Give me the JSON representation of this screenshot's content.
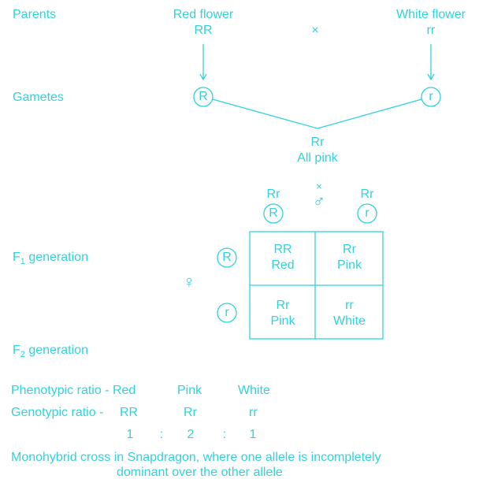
{
  "parents": {
    "label": "Parents",
    "red_flower": "Red flower",
    "red_genotype": "RR",
    "cross": "×",
    "white_flower": "White flower",
    "white_genotype": "rr"
  },
  "gametes": {
    "label": "Gametes",
    "red_allele": "R",
    "white_allele": "r"
  },
  "f1_offspring": {
    "genotype": "Rr",
    "phenotype": "All pink"
  },
  "f1_cross": {
    "left_parent": "Rr",
    "cross": "×",
    "male_symbol": "♂",
    "right_parent": "Rr",
    "male_gamete_1": "R",
    "male_gamete_2": "r",
    "female_symbol": "♀",
    "female_gamete_1": "R",
    "female_gamete_2": "r"
  },
  "f1_generation": {
    "prefix": "F",
    "subscript": "1",
    "suffix": " generation"
  },
  "f2_generation": {
    "prefix": "F",
    "subscript": "2",
    "suffix": " generation"
  },
  "punnett": {
    "cells": [
      {
        "genotype": "RR",
        "phenotype": "Red"
      },
      {
        "genotype": "Rr",
        "phenotype": "Pink"
      },
      {
        "genotype": "Rr",
        "phenotype": "Pink"
      },
      {
        "genotype": "rr",
        "phenotype": "White"
      }
    ]
  },
  "ratios": {
    "phenotypic_label": "Phenotypic ratio - Red",
    "phenotypic_pink": "Pink",
    "phenotypic_white": "White",
    "genotypic_label": "Genotypic ratio -",
    "genotypic_rr_dom": "RR",
    "genotypic_rr_het": "Rr",
    "genotypic_rr_rec": "rr",
    "n1": "1",
    "colon1": ":",
    "n2": "2",
    "colon2": ":",
    "n3": "1"
  },
  "caption": {
    "line1": "Monohybrid cross in Snapdragon, where one allele is incompletely",
    "line2": "dominant over the other allele"
  },
  "colors": {
    "ink": "#2fd3db"
  }
}
